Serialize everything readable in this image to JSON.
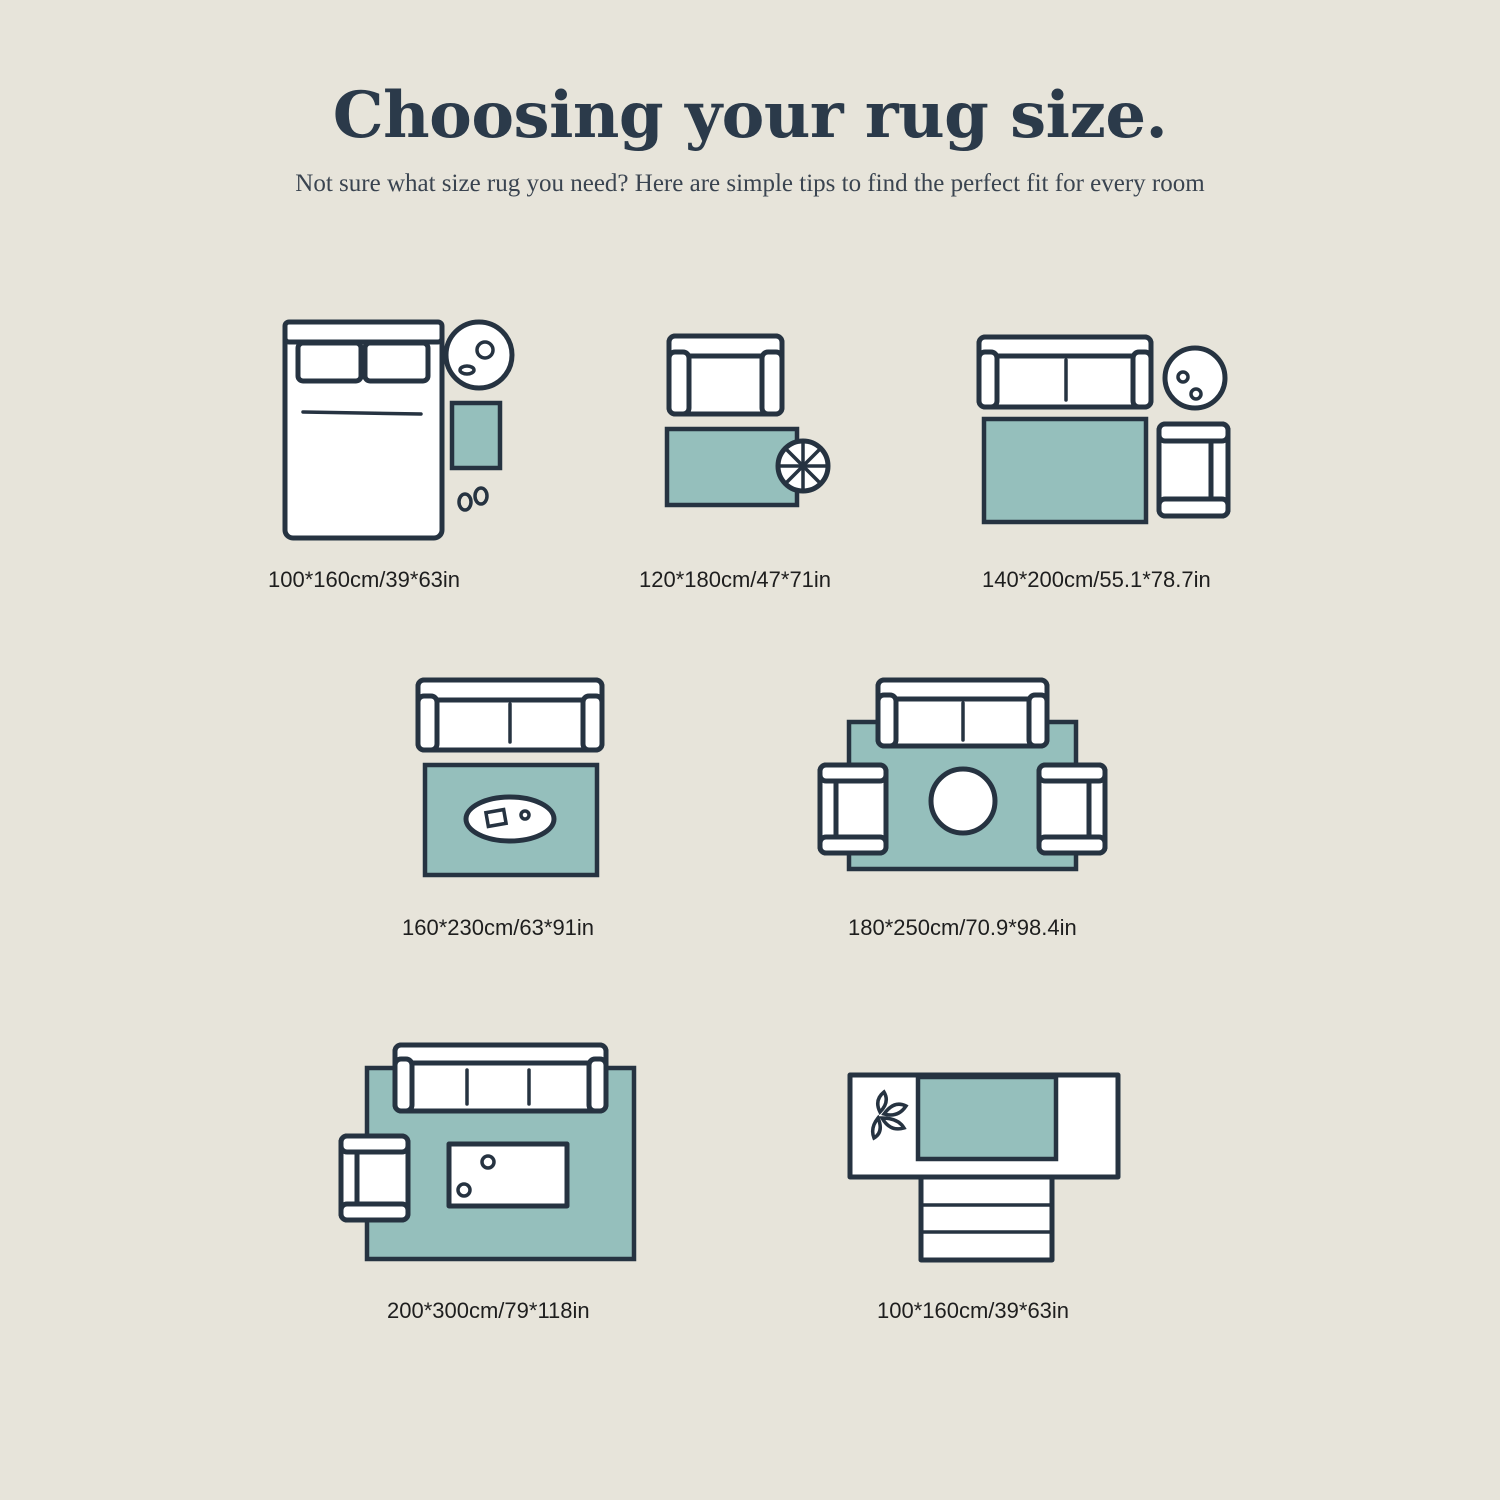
{
  "header": {
    "title": "Choosing your rug size.",
    "subtitle": "Not sure what size rug you need? Here are simple tips to find the perfect fit for every room"
  },
  "colors": {
    "background": "#e7e4da",
    "rug": "#95bfbc",
    "outline": "#263341",
    "furniture": "#ffffff"
  },
  "sizes": [
    {
      "label": "100*160cm/39*63in",
      "scene": "bedroom-side-rug"
    },
    {
      "label": "120*180cm/47*71in",
      "scene": "armchair-small-rug"
    },
    {
      "label": "140*200cm/55.1*78.7in",
      "scene": "sofa-chair-rug"
    },
    {
      "label": "160*230cm/63*91in",
      "scene": "sofa-coffee-table-rug"
    },
    {
      "label": "180*250cm/70.9*98.4in",
      "scene": "sofa-two-chairs-rug"
    },
    {
      "label": "200*300cm/79*118in",
      "scene": "large-living-room-rug"
    },
    {
      "label": "100*160cm/39*63in",
      "scene": "entryway-rug"
    }
  ]
}
